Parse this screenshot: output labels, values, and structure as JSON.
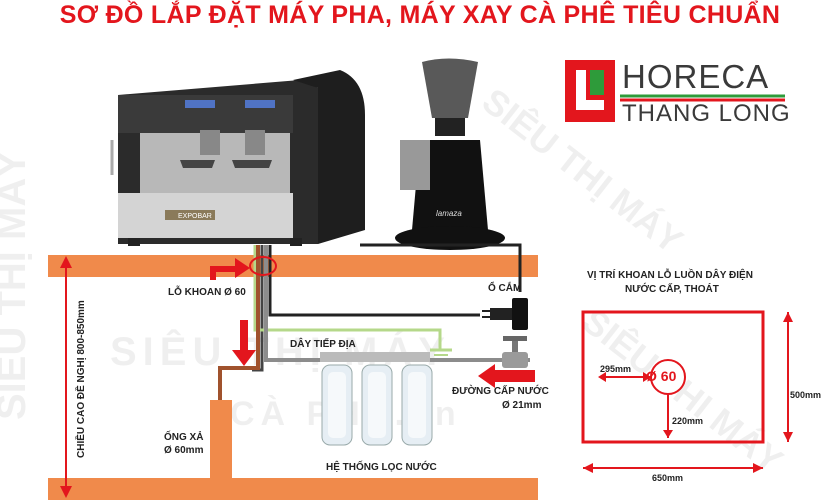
{
  "title": "SƠ ĐỒ LẮP ĐẶT MÁY PHA, MÁY XAY CÀ PHÊ TIÊU CHUẨN",
  "logo": {
    "line1": "HORECA",
    "line2": "THANG LONG"
  },
  "watermark": {
    "line1": "SIÊU THỊ MÁY",
    "line2": "CÀ PHÊ.vn"
  },
  "machine_brand": "EXPOBAR",
  "grinder_brand": "lamaza",
  "labels": {
    "drill_hole": "LỖ KHOAN Ø 60",
    "socket": "Ổ CẮM",
    "ground_wire": "DÂY TIẾP ĐỊA",
    "water_supply": "ĐƯỜNG CẤP NƯỚC",
    "water_supply_size": "Ø 21mm",
    "drain_pipe": "ỐNG XẢ",
    "drain_size": "Ø 60mm",
    "filter_system": "HỆ THỐNG LỌC NƯỚC",
    "height_note": "CHIỀU CAO ĐỀ NGHỊ 800-850mm"
  },
  "hole_panel": {
    "title_line1": "VỊ TRÍ KHOAN LỖ LUỒN DÂY ĐIỆN",
    "title_line2": "NƯỚC CẤP, THOÁT",
    "hole": "Ø 60",
    "dim_left": "295mm",
    "dim_bottom": "220mm",
    "dim_width": "650mm",
    "dim_height": "500mm"
  },
  "colors": {
    "accent": "#e3161d",
    "counter": "#f08a4b",
    "drain": "#a0522d",
    "ground": "#b5d88a",
    "water": "#8c8c8c"
  }
}
